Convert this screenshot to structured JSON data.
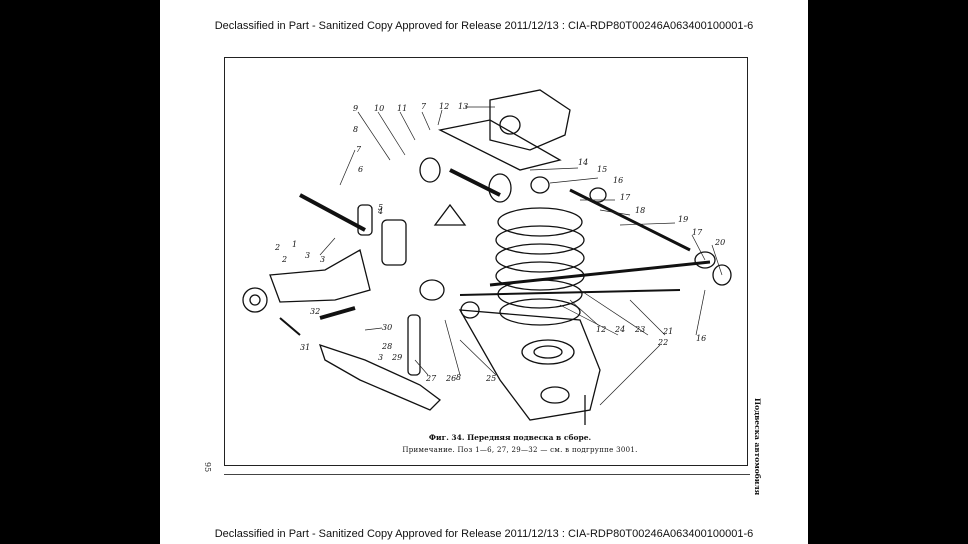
{
  "banner": {
    "top": "Declassified in Part - Sanitized Copy Approved for Release 2011/12/13 : CIA-RDP80T00246A063400100001-6",
    "bottom": "Declassified in Part - Sanitized Copy Approved for Release 2011/12/13 : CIA-RDP80T00246A063400100001-6"
  },
  "figure": {
    "caption": "Фиг. 34. Передняя подвеска в сборе.",
    "note": "Примечание. Поз 1—6, 27, 29—32 — см. в подгруппе 3001.",
    "page_number": "95",
    "running_head": "Подвеска автомобиля"
  },
  "part_labels": [
    "1",
    "2",
    "3",
    "4",
    "5",
    "6",
    "7",
    "8",
    "9",
    "10",
    "11",
    "7",
    "12",
    "13",
    "14",
    "15",
    "16",
    "17",
    "18",
    "19",
    "17",
    "20",
    "16",
    "21",
    "22",
    "23",
    "24",
    "12",
    "25",
    "26",
    "27",
    "28",
    "29",
    "30",
    "31",
    "32",
    "3",
    "8",
    "2",
    "3"
  ]
}
